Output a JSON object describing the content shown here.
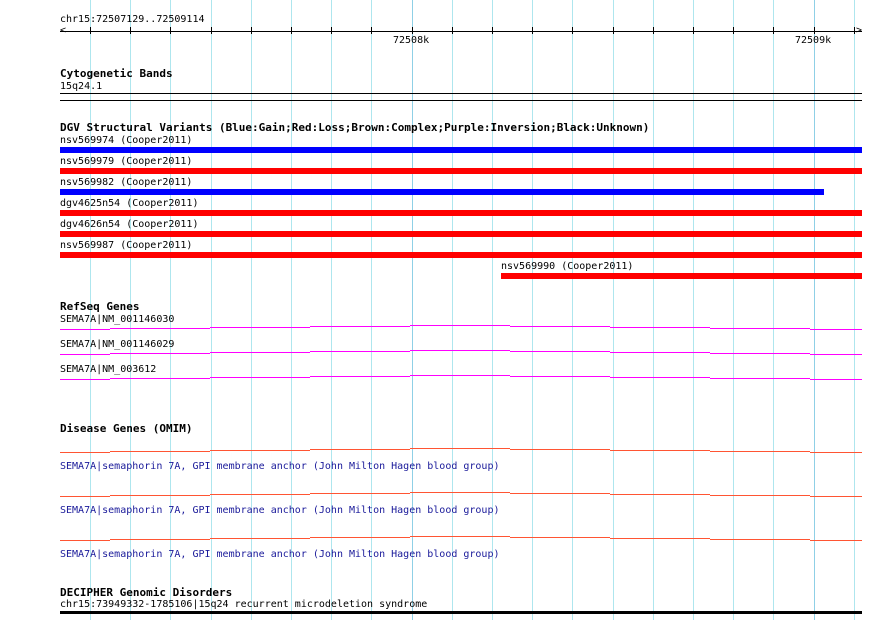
{
  "ruler": {
    "range": "chr15:72507129..72509114",
    "ticks": [
      "72508k",
      "72509k"
    ]
  },
  "cytobands": {
    "title": "Cytogenetic Bands",
    "band": "15q24.1"
  },
  "dgv": {
    "title": "DGV Structural Variants (Blue:Gain;Red:Loss;Brown:Complex;Purple:Inversion;Black:Unknown)",
    "colors": {
      "gain": "#0000ff",
      "loss": "#ff0000"
    },
    "items": [
      {
        "label": "nsv569974 (Cooper2011)",
        "type": "gain"
      },
      {
        "label": "nsv569979 (Cooper2011)",
        "type": "loss"
      },
      {
        "label": "nsv569982 (Cooper2011)",
        "type": "gain"
      },
      {
        "label": "dgv4625n54 (Cooper2011)",
        "type": "loss"
      },
      {
        "label": "dgv4626n54 (Cooper2011)",
        "type": "loss"
      },
      {
        "label": "nsv569987 (Cooper2011)",
        "type": "loss"
      },
      {
        "label": "nsv569990 (Cooper2011)",
        "type": "loss"
      }
    ]
  },
  "refseq": {
    "title": "RefSeq Genes",
    "color": "#ff00ff",
    "items": [
      "SEMA7A|NM_001146030",
      "SEMA7A|NM_001146029",
      "SEMA7A|NM_003612"
    ]
  },
  "omim": {
    "title": "Disease Genes (OMIM)",
    "color": "#ff5533",
    "items": [
      "SEMA7A|semaphorin 7A, GPI membrane anchor (John Milton Hagen blood group)",
      "SEMA7A|semaphorin 7A, GPI membrane anchor (John Milton Hagen blood group)",
      "SEMA7A|semaphorin 7A, GPI membrane anchor (John Milton Hagen blood group)"
    ]
  },
  "decipher": {
    "title": "DECIPHER Genomic Disorders",
    "item": "chr15:73949332-1785106|15q24 recurrent microdeletion syndrome"
  }
}
